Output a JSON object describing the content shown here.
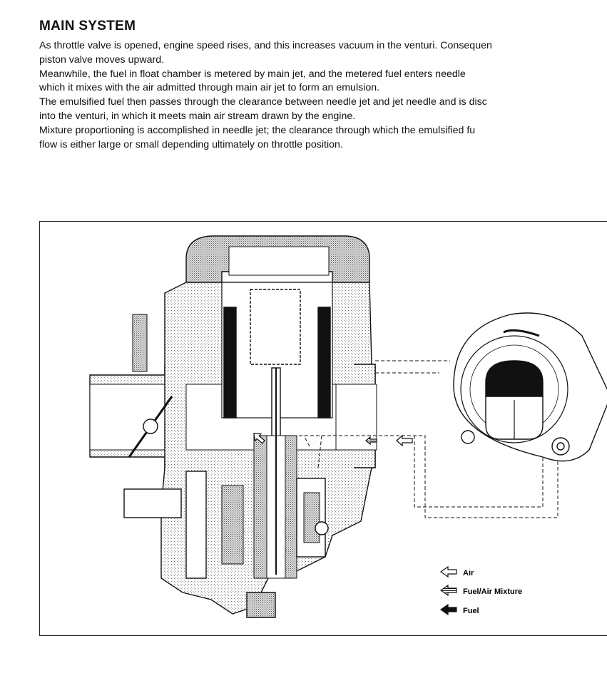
{
  "section": {
    "title": "MAIN SYSTEM",
    "paragraphs": [
      "As throttle valve is opened, engine speed rises, and this increases vacuum in the venturi. Consequen",
      "piston valve moves upward.",
      "Meanwhile, the fuel in float chamber is metered by main jet, and the metered fuel enters needle",
      "which it mixes with the air admitted through main air jet to form an emulsion.",
      "The emulsified fuel then passes through the clearance between needle jet and jet needle and is disc",
      "into the venturi, in which it meets main air stream drawn by the engine.",
      "Mixture proportioning is accomplished in needle jet; the clearance through which the emulsified fu",
      "flow is either large or small depending ultimately on throttle position."
    ]
  },
  "figure": {
    "legend": [
      {
        "label": "Air",
        "icon": "hollow-arrow-icon"
      },
      {
        "label": "Fuel/Air Mixture",
        "icon": "striped-arrow-icon"
      },
      {
        "label": "Fuel",
        "icon": "solid-arrow-icon"
      }
    ]
  }
}
